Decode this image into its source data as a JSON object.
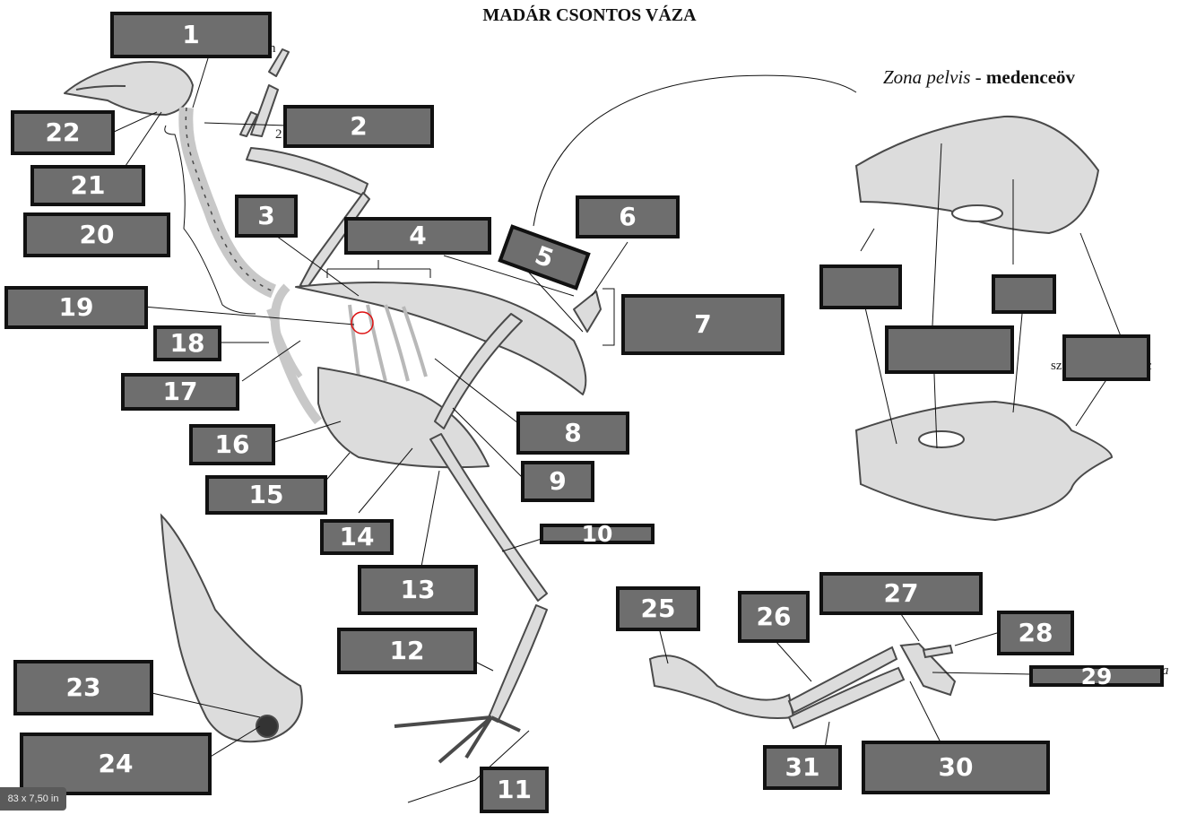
{
  "title": "MADÁR CSONTOS VÁZA",
  "pelvis_title": {
    "italic": "Zona pelvis",
    "sep": " - ",
    "bold": "medenceöv"
  },
  "labels": [
    "1",
    "2",
    "3",
    "4",
    "5",
    "6",
    "7",
    "8",
    "9",
    "10",
    "11",
    "12",
    "13",
    "14",
    "15",
    "16",
    "17",
    "18",
    "19",
    "20",
    "21",
    "22",
    "23",
    "24",
    "25",
    "26",
    "27",
    "28",
    "29",
    "30",
    "31"
  ],
  "pelvis_blank_labels": [
    "",
    "",
    "",
    "",
    ""
  ],
  "fragments": {
    "sz": "sz",
    "n": "n",
    "two": "2",
    "a": "a",
    "c": "c"
  },
  "corner_badge": "83 x 7,50 in",
  "colors": {
    "box_fill": "#6e6e6e",
    "box_border": "#111111",
    "bone": "#dcdcdc",
    "bone_outline": "#4a4a4a"
  }
}
